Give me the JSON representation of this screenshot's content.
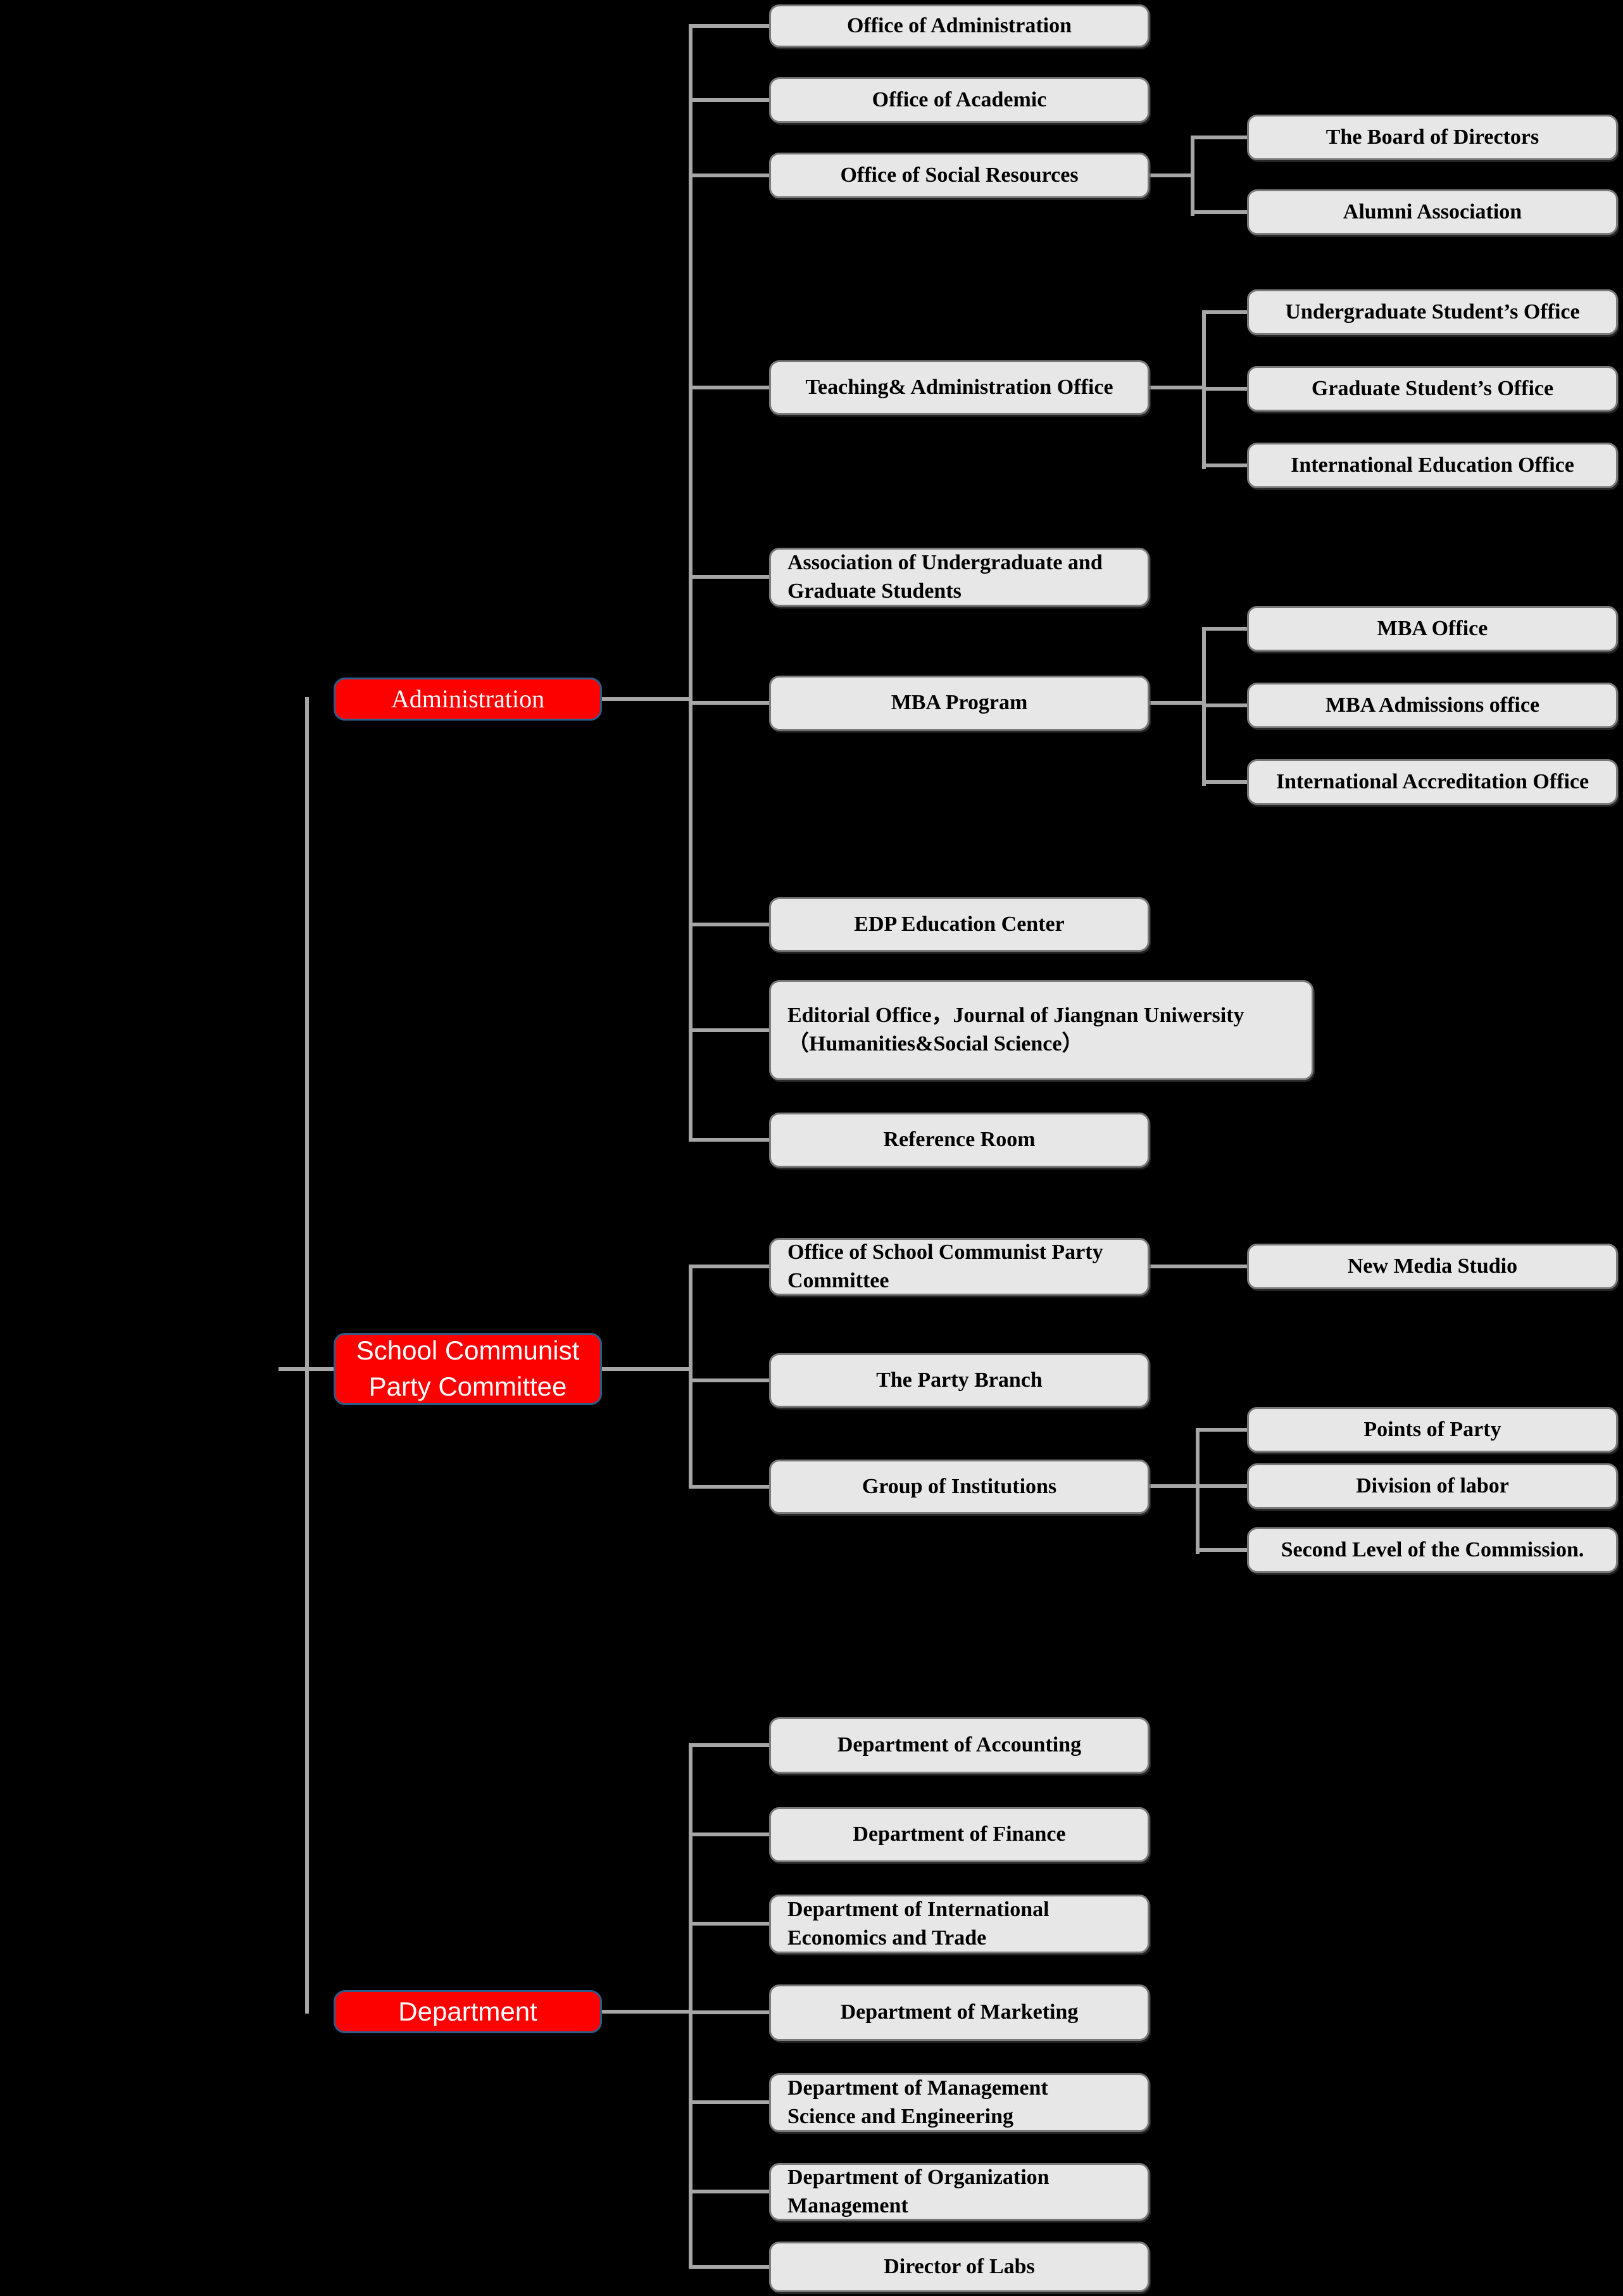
{
  "colors": {
    "background": "#000000",
    "node_fill": "#e7e7e7",
    "node_border": "#7a7a7a",
    "node_text": "#000000",
    "connector_line": "#a6a6a6",
    "category_fill": "#fd0100",
    "category_border": "#2e5c8a",
    "category_text": "#ffffff"
  },
  "nodes": {
    "administration": {
      "label": "Administration",
      "type": "category"
    },
    "school_communist_party_committee": {
      "label": "School Communist\nParty Committee",
      "type": "category"
    },
    "department": {
      "label": "Department",
      "type": "category"
    },
    "office_of_administration": {
      "label": "Office of Administration",
      "type": "unit"
    },
    "office_of_academic": {
      "label": "Office of Academic",
      "type": "unit"
    },
    "office_of_social_resources": {
      "label": "Office of Social Resources",
      "type": "unit"
    },
    "board_of_directors": {
      "label": "The Board of Directors",
      "type": "unit"
    },
    "alumni_association": {
      "label": "Alumni Association",
      "type": "unit"
    },
    "teaching_administration_office": {
      "label": "Teaching& Administration Office",
      "type": "unit"
    },
    "undergraduate_students_office": {
      "label": "Undergraduate Student’s Office",
      "type": "unit"
    },
    "graduate_students_office": {
      "label": "Graduate Student’s Office",
      "type": "unit"
    },
    "international_education_office": {
      "label": "International Education Office",
      "type": "unit"
    },
    "association_undergrad_grad": {
      "label": "Association of Undergraduate and\nGraduate Students",
      "type": "unit"
    },
    "mba_program": {
      "label": "MBA Program",
      "type": "unit"
    },
    "mba_office": {
      "label": "MBA Office",
      "type": "unit"
    },
    "mba_admissions_office": {
      "label": "MBA Admissions office",
      "type": "unit"
    },
    "international_accreditation_office": {
      "label": "International Accreditation Office",
      "type": "unit"
    },
    "edp_education_center": {
      "label": "EDP Education Center",
      "type": "unit"
    },
    "editorial_office": {
      "label": "Editorial Office，Journal of Jiangnan Uniwersity\n（Humanities&Social Science）",
      "type": "unit"
    },
    "reference_room": {
      "label": "Reference Room",
      "type": "unit"
    },
    "office_school_cp_committee": {
      "label": "Office of School Communist Party\nCommittee",
      "type": "unit"
    },
    "new_media_studio": {
      "label": "New Media Studio",
      "type": "unit"
    },
    "party_branch": {
      "label": "The Party Branch",
      "type": "unit"
    },
    "group_of_institutions": {
      "label": "Group of Institutions",
      "type": "unit"
    },
    "points_of_party": {
      "label": "Points of Party",
      "type": "unit"
    },
    "division_of_labor": {
      "label": "Division of labor",
      "type": "unit"
    },
    "second_level_commission": {
      "label": "Second Level of the Commission.",
      "type": "unit"
    },
    "dept_accounting": {
      "label": "Department of Accounting",
      "type": "unit"
    },
    "dept_finance": {
      "label": "Department of Finance",
      "type": "unit"
    },
    "dept_intl_econ_trade": {
      "label": "Department of International\nEconomics and Trade",
      "type": "unit"
    },
    "dept_marketing": {
      "label": "Department of Marketing",
      "type": "unit"
    },
    "dept_mgmt_sci_eng": {
      "label": "Department of Management\nScience and Engineering",
      "type": "unit"
    },
    "dept_org_mgmt": {
      "label": "Department of Organization\nManagement",
      "type": "unit"
    },
    "director_of_labs": {
      "label": "Director of Labs",
      "type": "unit"
    }
  },
  "edges": [
    [
      "administration",
      "office_of_administration"
    ],
    [
      "administration",
      "office_of_academic"
    ],
    [
      "administration",
      "office_of_social_resources"
    ],
    [
      "administration",
      "teaching_administration_office"
    ],
    [
      "administration",
      "association_undergrad_grad"
    ],
    [
      "administration",
      "mba_program"
    ],
    [
      "administration",
      "edp_education_center"
    ],
    [
      "administration",
      "editorial_office"
    ],
    [
      "administration",
      "reference_room"
    ],
    [
      "office_of_social_resources",
      "board_of_directors"
    ],
    [
      "office_of_social_resources",
      "alumni_association"
    ],
    [
      "teaching_administration_office",
      "undergraduate_students_office"
    ],
    [
      "teaching_administration_office",
      "graduate_students_office"
    ],
    [
      "teaching_administration_office",
      "international_education_office"
    ],
    [
      "mba_program",
      "mba_office"
    ],
    [
      "mba_program",
      "mba_admissions_office"
    ],
    [
      "mba_program",
      "international_accreditation_office"
    ],
    [
      "school_communist_party_committee",
      "office_school_cp_committee"
    ],
    [
      "school_communist_party_committee",
      "party_branch"
    ],
    [
      "school_communist_party_committee",
      "group_of_institutions"
    ],
    [
      "office_school_cp_committee",
      "new_media_studio"
    ],
    [
      "group_of_institutions",
      "points_of_party"
    ],
    [
      "group_of_institutions",
      "division_of_labor"
    ],
    [
      "group_of_institutions",
      "second_level_commission"
    ],
    [
      "department",
      "dept_accounting"
    ],
    [
      "department",
      "dept_finance"
    ],
    [
      "department",
      "dept_intl_econ_trade"
    ],
    [
      "department",
      "dept_marketing"
    ],
    [
      "department",
      "dept_mgmt_sci_eng"
    ],
    [
      "department",
      "dept_org_mgmt"
    ],
    [
      "department",
      "director_of_labs"
    ]
  ]
}
